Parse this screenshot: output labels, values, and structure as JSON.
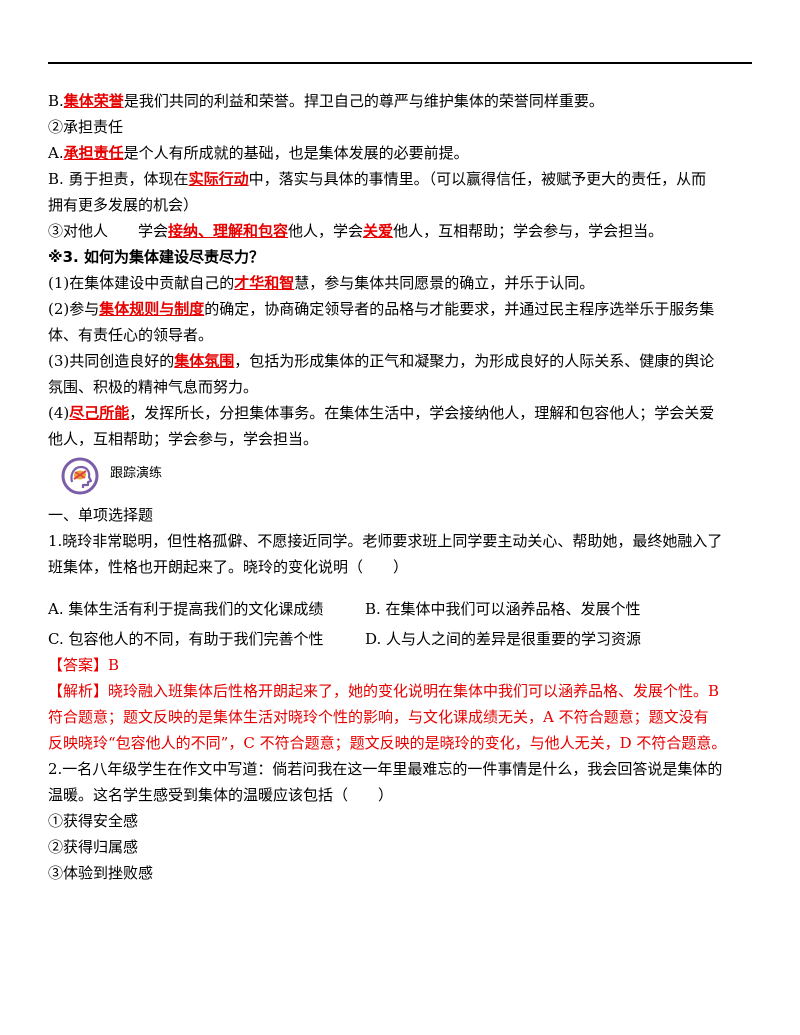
{
  "lines": {
    "b_prefix": "B.",
    "b_kw": "集体荣誉",
    "b_text": "是我们共同的利益和荣誉。捍卫自己的尊严与维护集体的荣誉同样重要。",
    "c2_title": "②承担责任",
    "a_prefix": "A.",
    "a_kw": "承担责任",
    "a_text": "是个人有所成就的基础，也是集体发展的必要前提。",
    "b2_prefix": "B. 勇于担责，体现在",
    "b2_kw": "实际行动",
    "b2_text": "中，落实与具体的事情里。（可以赢得信任，被赋予更大的责任，从而",
    "b2_cont": "拥有更多发展的机会）",
    "c3_prefix": "③对他人　　学会",
    "c3_kw1": "接纳、理解和包容",
    "c3_mid": "他人，学会",
    "c3_kw2": "关爱",
    "c3_text": "他人，互相帮助；学会参与，学会担当。"
  },
  "q3": {
    "title": "※3. 如何为集体建设尽责尽力？",
    "p1_prefix": "(1)在集体建设中贡献自己的",
    "p1_kw": "才华和智",
    "p1_text": "慧，参与集体共同愿景的确立，并乐于认同。",
    "p2_prefix": "(2)参与",
    "p2_kw": "集体规则与制度",
    "p2_text": "的确定，协商确定领导者的品格与才能要求，并通过民主程序选举乐于服务集",
    "p2_cont": "体、有责任心的领导者。",
    "p3_prefix": "(3)共同创造良好的",
    "p3_kw": "集体氛围",
    "p3_text": "，包括为形成集体的正气和凝聚力，为形成良好的人际关系、健康的舆论",
    "p3_cont": "氛围、积极的精神气息而努力。",
    "p4_prefix": "(4)",
    "p4_kw": "尽己所能",
    "p4_text": "，发挥所长，分担集体事务。在集体生活中，学会接纳他人，理解和包容他人；学会关爱",
    "p4_cont": "他人，互相帮助；学会参与，学会担当。"
  },
  "practice": {
    "label": "跟踪演练",
    "icon": "brain-head-icon",
    "icon_colors": {
      "ring": "#7b5ea7",
      "accent": "#e8a33d",
      "line": "#e0413b"
    }
  },
  "section_title": "一、单项选择题",
  "question1": {
    "stem_line1": "1.晓玲非常聪明，但性格孤僻、不愿接近同学。老师要求班上同学要主动关心、帮助她，最终她融入了",
    "stem_line2": "班集体，性格也开朗起来了。晓玲的变化说明（　　）",
    "options": [
      "A.  集体生活有利于提高我们的文化课成绩",
      "B.  在集体中我们可以涵养品格、发展个性",
      "C.  包容他人的不同，有助于我们完善个性",
      "D.  人与人之间的差异是很重要的学习资源"
    ],
    "answer": "【答案】B",
    "analysis_line1": "【解析】晓玲融入班集体后性格开朗起来了，她的变化说明在集体中我们可以涵养品格、发展个性。B",
    "analysis_line2": "符合题意；题文反映的是集体生活对晓玲个性的影响，与文化课成绩无关，A 不符合题意；题文没有",
    "analysis_line3": "反映晓玲“包容他人的不同”，C 不符合题意；题文反映的是晓玲的变化，与他人无关，D 不符合题意。"
  },
  "question2": {
    "stem_line1": "2.一名八年级学生在作文中写道：倘若问我在这一年里最难忘的一件事情是什么，我会回答说是集体的",
    "stem_line2": "温暖。这名学生感受到集体的温暖应该包括（　　）",
    "items": [
      "①获得安全感",
      "②获得归属感",
      "③体验到挫败感"
    ]
  }
}
